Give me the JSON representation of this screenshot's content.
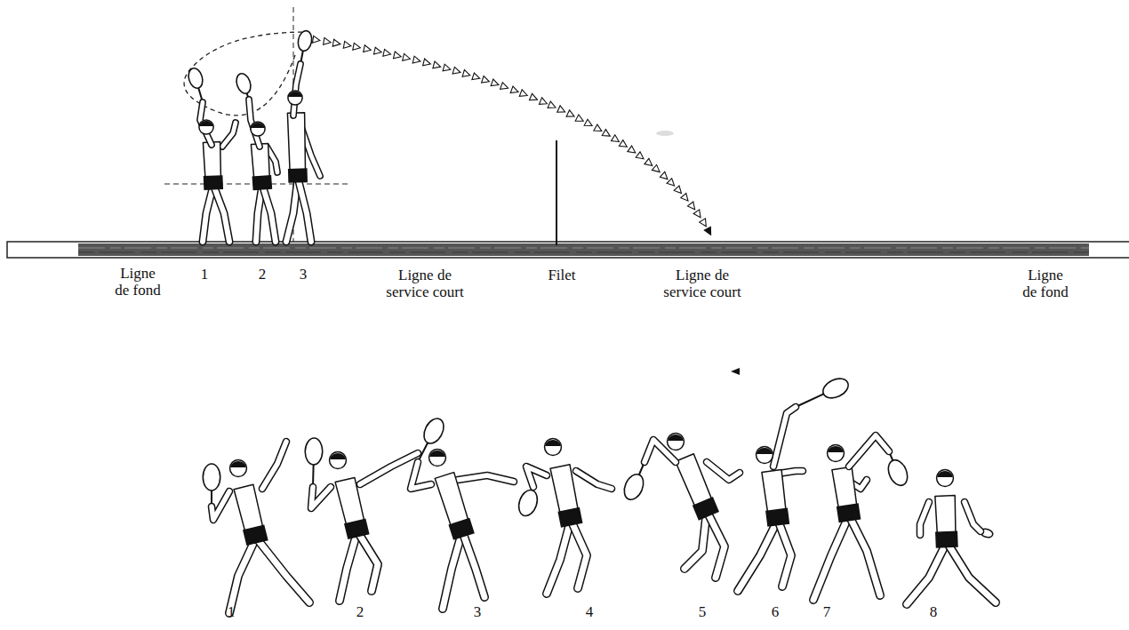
{
  "diagram": {
    "labels": [
      "Ligne de fond",
      "1",
      "2",
      "3",
      "Ligne de service court",
      "Filet",
      "Ligne de service court",
      "Ligne de fond",
      "1",
      "2",
      "3",
      "4",
      "5",
      "6",
      "7",
      "8"
    ]
  }
}
